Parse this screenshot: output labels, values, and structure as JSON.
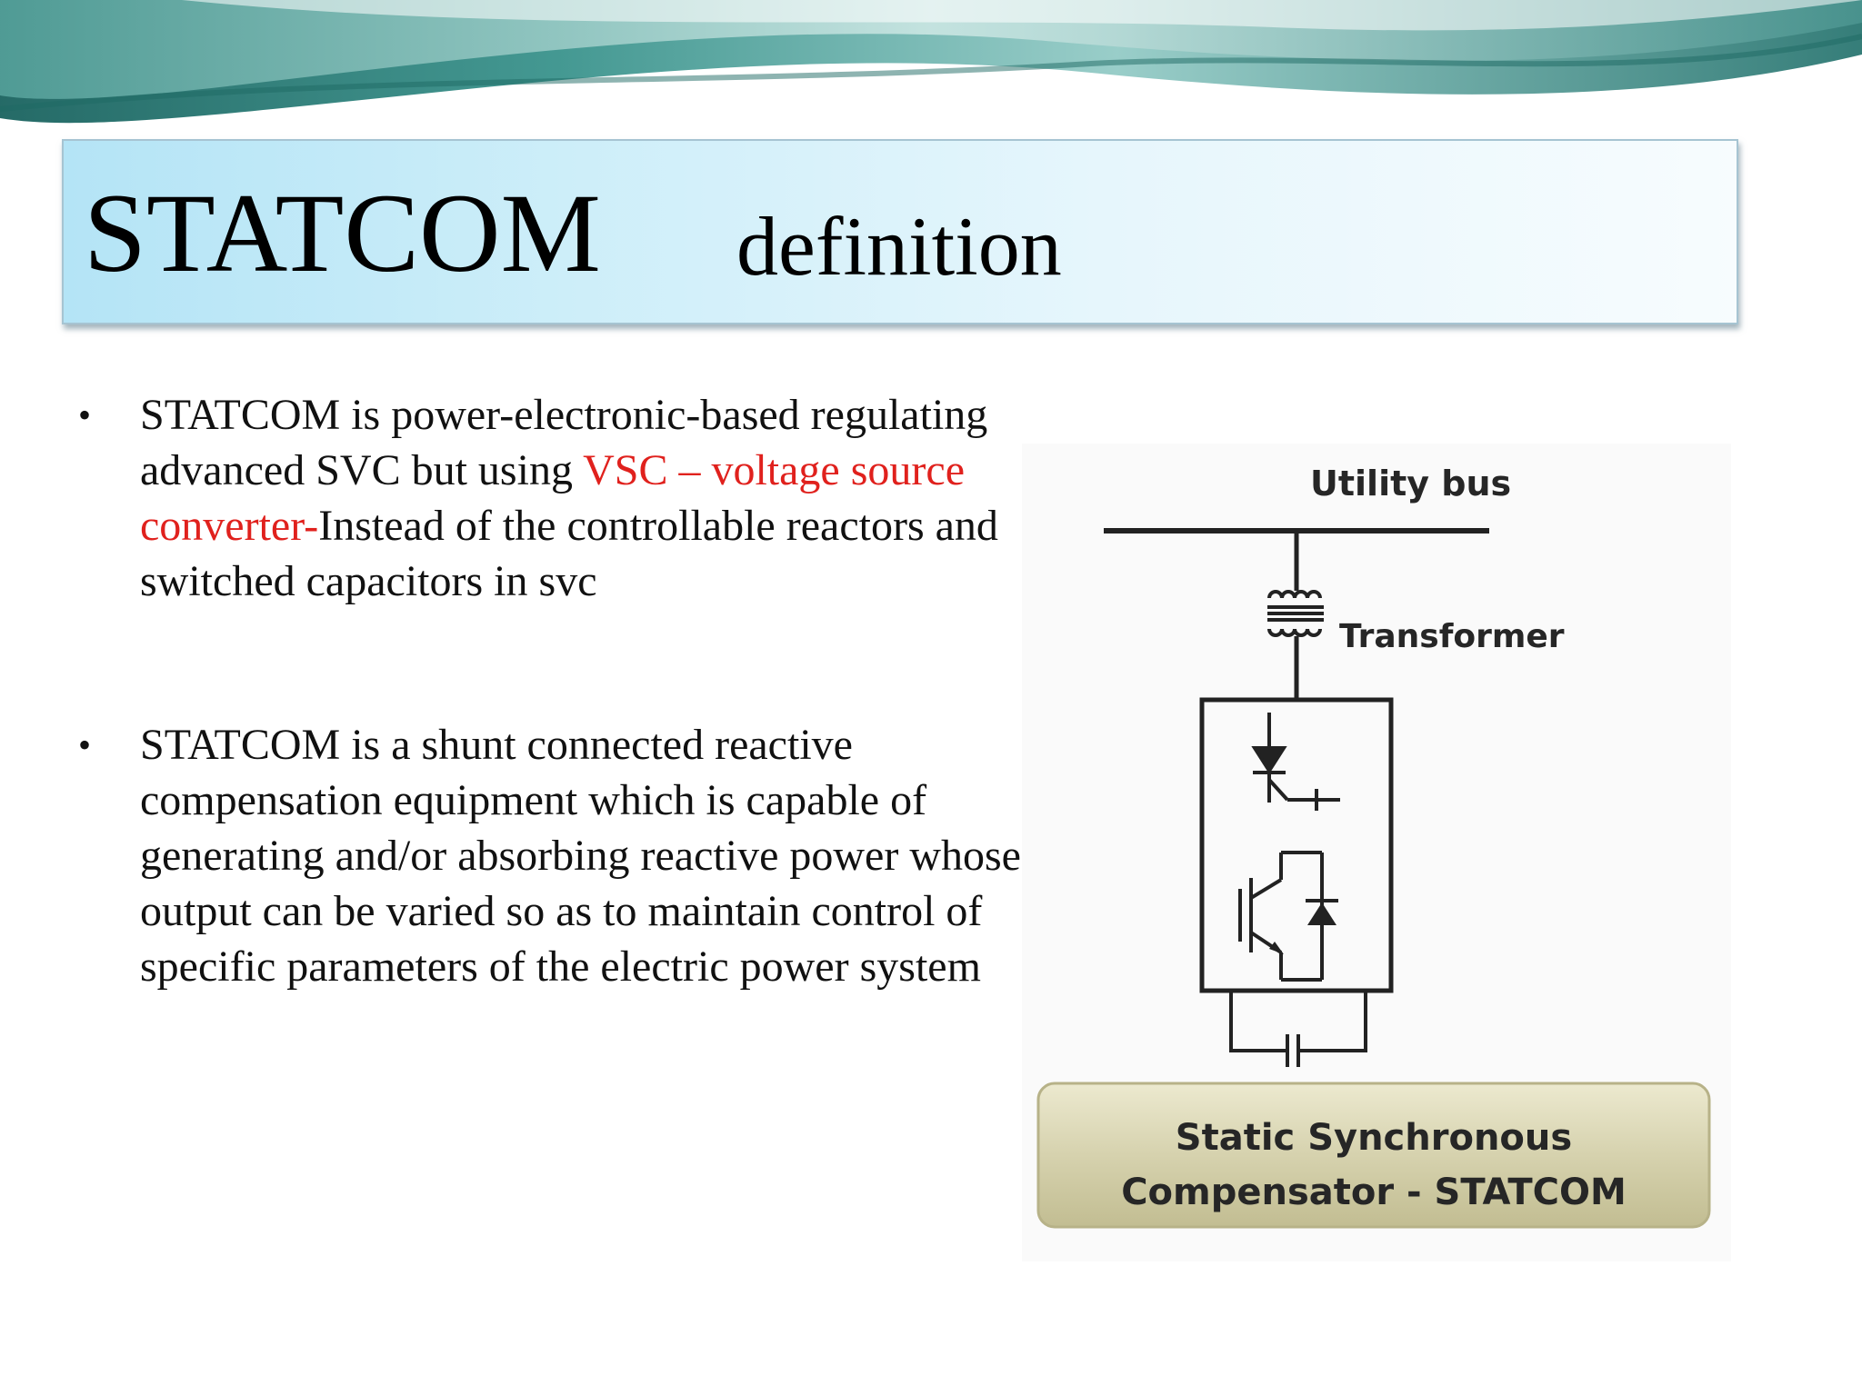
{
  "title": {
    "main": "STATCOM",
    "sub": "definition"
  },
  "bullets": [
    {
      "text_before": "STATCOM is power-electronic-based regulating advanced SVC but using ",
      "highlight": "VSC – voltage source converter-",
      "text_after": "Instead of the controllable reactors and switched capacitors in svc"
    },
    {
      "text": "STATCOM is a shunt connected reactive compensation equipment which is capable of generating and/or absorbing reactive power whose output can be varied so as to maintain control of specific parameters of the electric power system"
    }
  ],
  "figure": {
    "utility_bus_label": "Utility bus",
    "transformer_label": "Transformer",
    "caption_line1": "Static Synchronous",
    "caption_line2": "Compensator - STATCOM"
  },
  "colors": {
    "highlight": "#e0211d",
    "title_bg_start": "#b4e4f6",
    "caption_bg": "#d6d2ae"
  }
}
